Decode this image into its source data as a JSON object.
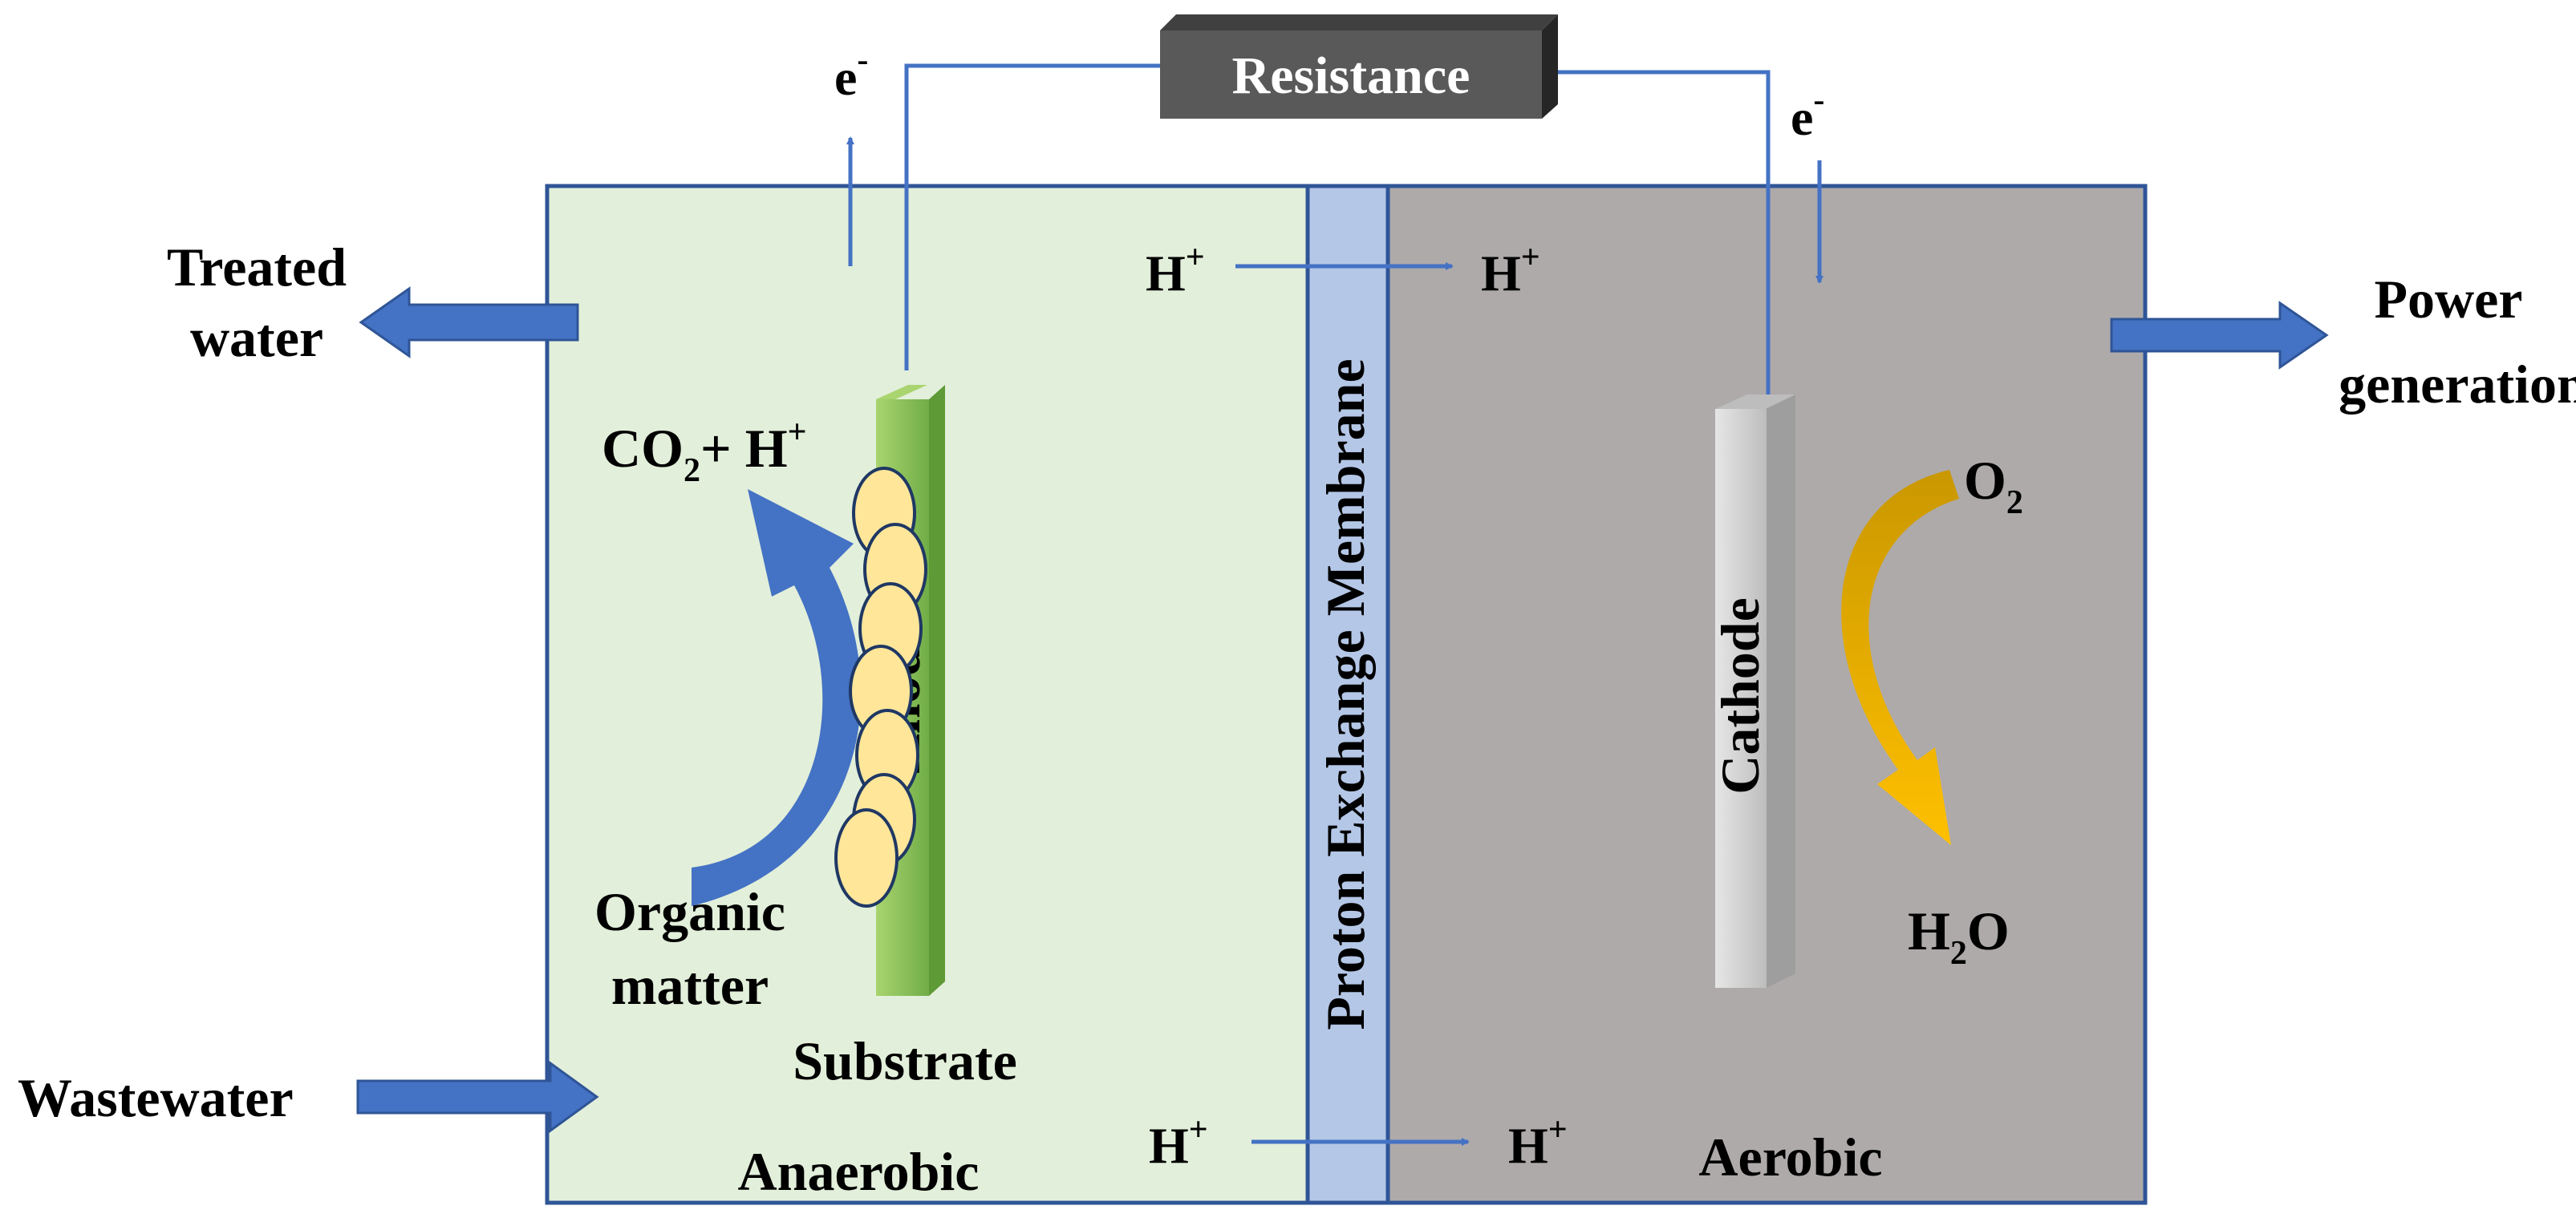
{
  "labels": {
    "resistance": "Resistance",
    "electron_left": "e",
    "electron_right": "e",
    "electron_sup": "-",
    "treated_water_1": "Treated",
    "treated_water_2": "water",
    "power_generation_1": "Power",
    "power_generation_2": "generation",
    "wastewater": "Wastewater",
    "proton_top_left": "H",
    "proton_top_right": "H",
    "proton_bottom_left": "H",
    "proton_bottom_right": "H",
    "proton_sup": "+",
    "co2_main": "CO",
    "co2_sub": "2",
    "co2_plus_h": "+ H",
    "co2_sup": "+",
    "organic_matter_1": "Organic",
    "organic_matter_2": "matter",
    "substrate": "Substrate",
    "anode": "Anode",
    "cathode": "Cathode",
    "membrane": "Proton Exchange Membrane",
    "o2_main": "O",
    "o2_sub": "2",
    "h2o_h": "H",
    "h2o_sub": "2",
    "h2o_o": "O",
    "anaerobic": "Anaerobic",
    "aerobic": "Aerobic"
  },
  "colors": {
    "anode_chamber": "#e2efda",
    "cathode_chamber": "#aeaaaa",
    "membrane": "#b4c7e7",
    "border": "#2f5597",
    "flow_arrow": "#4472c4",
    "anode": "#7dc142",
    "cathode": "#d0d0d0",
    "bacteria": "#ffe699",
    "o2_arrow": "#f0b400",
    "resistance_box": "#595959"
  }
}
